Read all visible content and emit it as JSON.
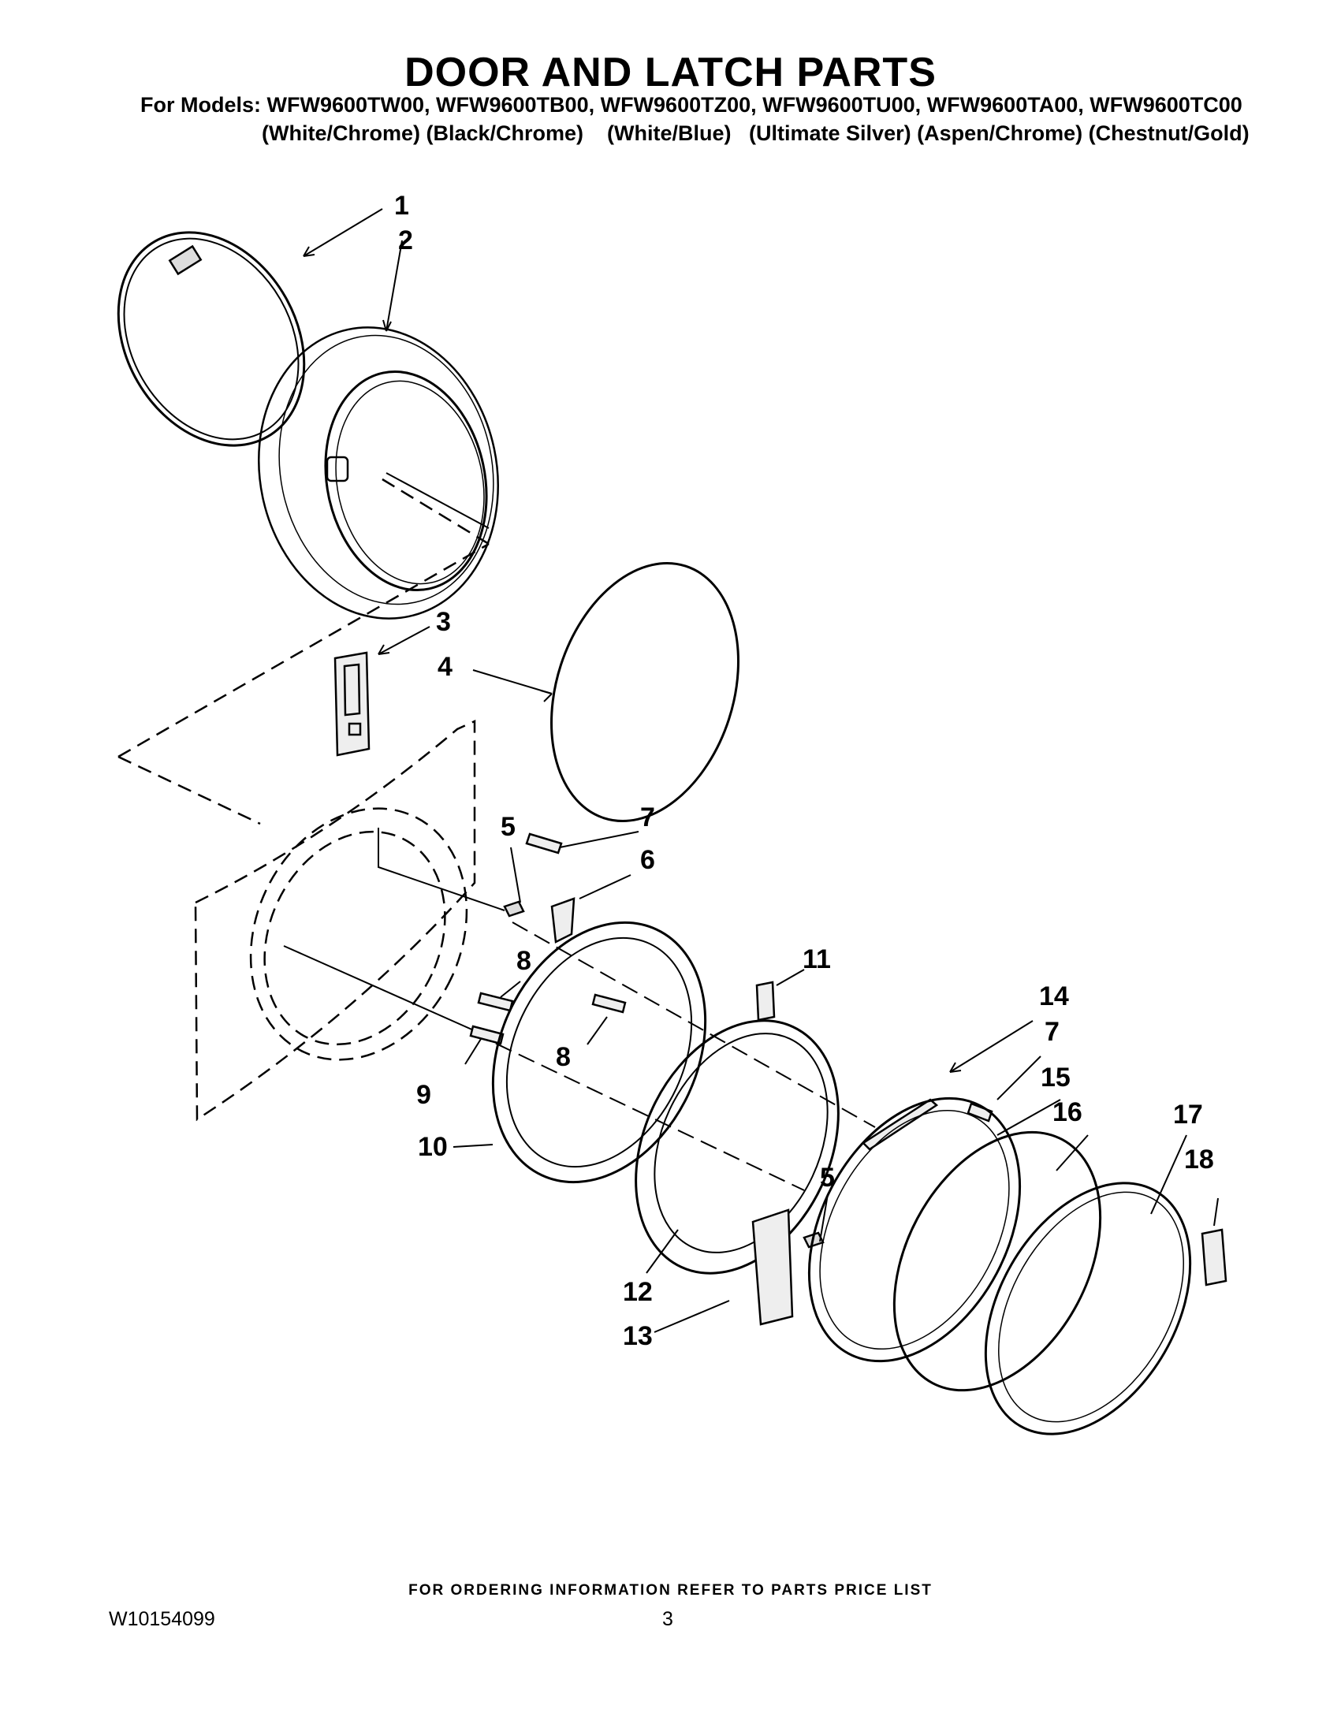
{
  "header": {
    "title": "DOOR AND LATCH PARTS",
    "models_line": "For Models: WFW9600TW00, WFW9600TB00, WFW9600TZ00, WFW9600TU00, WFW9600TA00, WFW9600TC00",
    "colors_line": "(White/Chrome) (Black/Chrome)    (White/Blue)   (Ultimate Silver) (Aspen/Chrome) (Chestnut/Gold)"
  },
  "callouts": [
    "1",
    "2",
    "3",
    "4",
    "5",
    "7",
    "6",
    "8",
    "11",
    "14",
    "7",
    "8",
    "15",
    "9",
    "16",
    "17",
    "10",
    "5",
    "18",
    "12",
    "13"
  ],
  "footer": {
    "ordering_note": "FOR ORDERING INFORMATION REFER TO PARTS PRICE LIST",
    "document_number": "W10154099",
    "page_number": "3"
  }
}
